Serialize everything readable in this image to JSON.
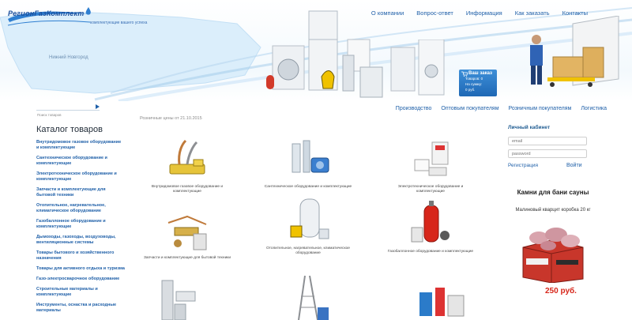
{
  "header": {
    "logo_name": "РегионГазКомплект",
    "logo_tagline": "комплектующие вашего успеха",
    "map_city": "Нижний Новгород",
    "nav": [
      "О компании",
      "Вопрос-ответ",
      "Информация",
      "Как заказать",
      "Контакты"
    ]
  },
  "cart": {
    "title": "Ваш заказ",
    "items": "Товаров: 0",
    "sum_label": "На сумму:",
    "sum_value": "0 руб."
  },
  "subnav": [
    "Производство",
    "Оптовым покупателям",
    "Розничным покупателям",
    "Логистика"
  ],
  "search": {
    "placeholder": "",
    "hint": "Поиск товаров"
  },
  "catalog": {
    "title": "Каталог товаров",
    "items": [
      "Внутридомовое газовое оборудование и комплектующие",
      "Сантехническое оборудование и комплектующие",
      "Электротехническое оборудование и комплектующие",
      "Запчасти и комплектующие для бытовой техники",
      "Отопительное, нагревательное, климатическое оборудование",
      "Газобаллонное оборудование и комплектующие",
      "Дымоходы, газоходы, воздуховоды, вентиляционные системы",
      "Товары бытового и хозяйственного назначения",
      "Товары для активного отдыха и туризма",
      "Газо-электросварочное оборудование",
      "Строительные материалы и комплектующие",
      "Инструменты, оснастка и расходные материалы"
    ]
  },
  "prices_note": "Розничные цены от 21.10.2015",
  "products": [
    "Внутридомовое газовое оборудование и комплектующие",
    "Сантехническое оборудование и комплектующие",
    "Электротехническое оборудование и комплектующие",
    "Запчасти и комплектующие для бытовой техники",
    "Отопительное, нагревательное, климатическое оборудование",
    "Газобаллонное оборудование и комплектующие"
  ],
  "account": {
    "title": "Личный кабинет",
    "email_placeholder": "email",
    "password_placeholder": "password",
    "register": "Регистрация",
    "login": "Войти"
  },
  "promo": {
    "title": "Камни для бани сауны",
    "subtitle": "Малиновый кварцит коробка 20 кг",
    "price": "250 руб."
  },
  "colors": {
    "link": "#1e5fa8",
    "price": "#d7261a",
    "cart": "#2a78c6"
  }
}
